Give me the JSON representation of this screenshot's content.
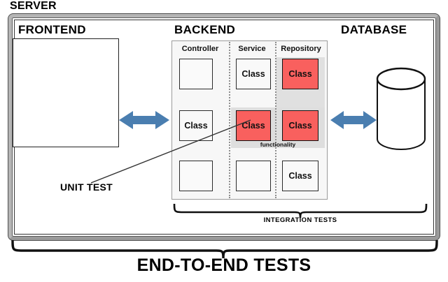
{
  "diagram": {
    "server_label": "SERVER",
    "sections": {
      "frontend": {
        "title": "FRONTEND"
      },
      "backend": {
        "title": "BACKEND",
        "columns": [
          "Controller",
          "Service",
          "Repository"
        ],
        "grid": [
          [
            {
              "label": "",
              "state": "empty"
            },
            {
              "label": "Class",
              "state": "normal"
            },
            {
              "label": "Class",
              "state": "highlighted"
            }
          ],
          [
            {
              "label": "Class",
              "state": "normal"
            },
            {
              "label": "Class",
              "state": "highlighted"
            },
            {
              "label": "Class",
              "state": "highlighted"
            }
          ],
          [
            {
              "label": "",
              "state": "empty"
            },
            {
              "label": "",
              "state": "empty"
            },
            {
              "label": "Class",
              "state": "normal"
            }
          ]
        ],
        "functionality_label": "functionality"
      },
      "database": {
        "title": "DATABASE",
        "shape": "cylinder-icon"
      }
    },
    "annotations": {
      "unit_test": "UNIT TEST",
      "integration_tests": "INTEGRATION TESTS",
      "end_to_end_tests": "END-TO-END TESTS"
    },
    "connectors": {
      "frontend_backend": "double-arrow-icon",
      "backend_database": "double-arrow-icon"
    },
    "colors": {
      "highlight_class": "#F9605E",
      "arrow": "#4A7EB0",
      "frame": "#9A9A9A",
      "panel": "#F7F7F7",
      "band": "#E0E0E0"
    }
  }
}
